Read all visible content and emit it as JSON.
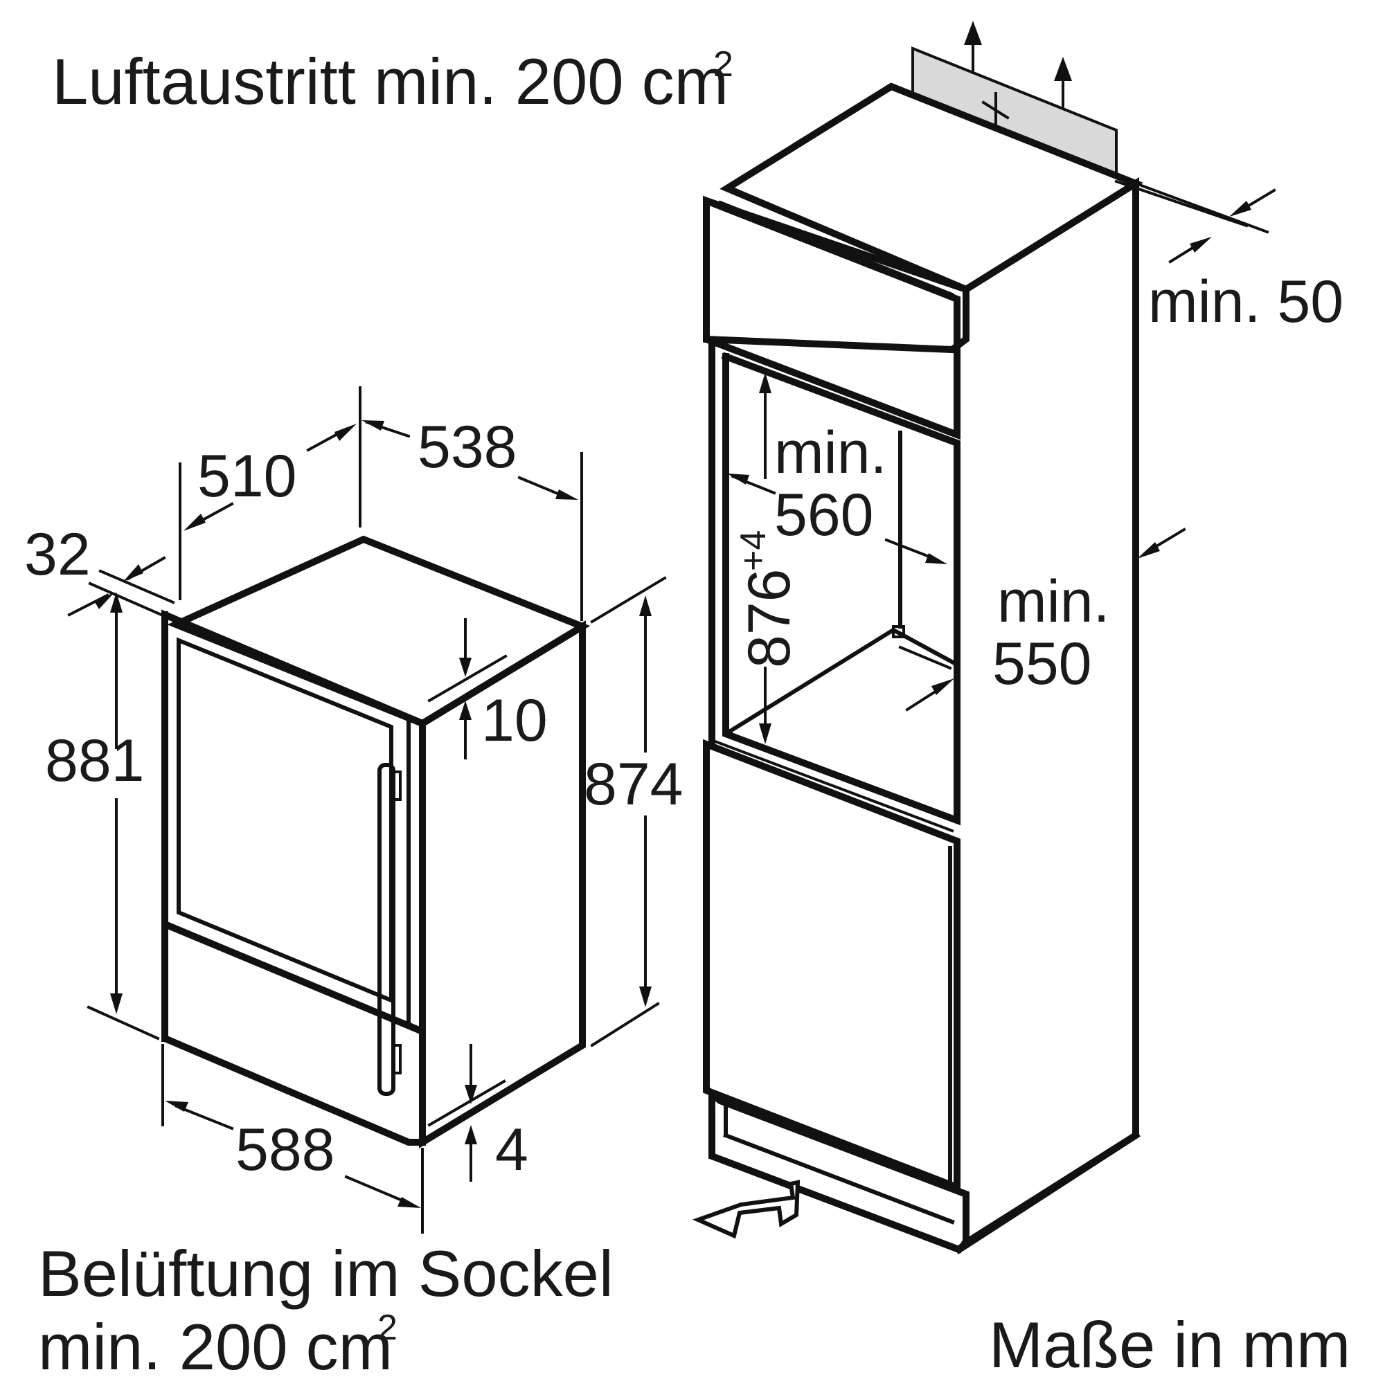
{
  "labels": {
    "air_outlet": "Luftaustritt min. 200 cm",
    "air_outlet_sup": "2",
    "plinth_ventilation_line1": "Belüftung im Sockel",
    "plinth_ventilation_line2": "min. 200 cm",
    "plinth_ventilation_sup": "2",
    "units_note": "Maße in mm"
  },
  "appliance_dimensions": {
    "door_thickness": "32",
    "body_depth": "510",
    "total_depth": "538",
    "height_left": "881",
    "height_right": "874",
    "top_offset": "10",
    "bottom_offset": "4",
    "width": "588"
  },
  "niche_dimensions": {
    "top_clearance_label": "min. 50",
    "niche_width_line1": "min.",
    "niche_width_line2": "560",
    "niche_height": "876",
    "niche_height_tolerance": "+4",
    "niche_depth_line1": "min.",
    "niche_depth_line2": "550"
  },
  "colors": {
    "line": "#111111",
    "vent_panel_fill": "#d9d9d9",
    "background": "#ffffff"
  }
}
